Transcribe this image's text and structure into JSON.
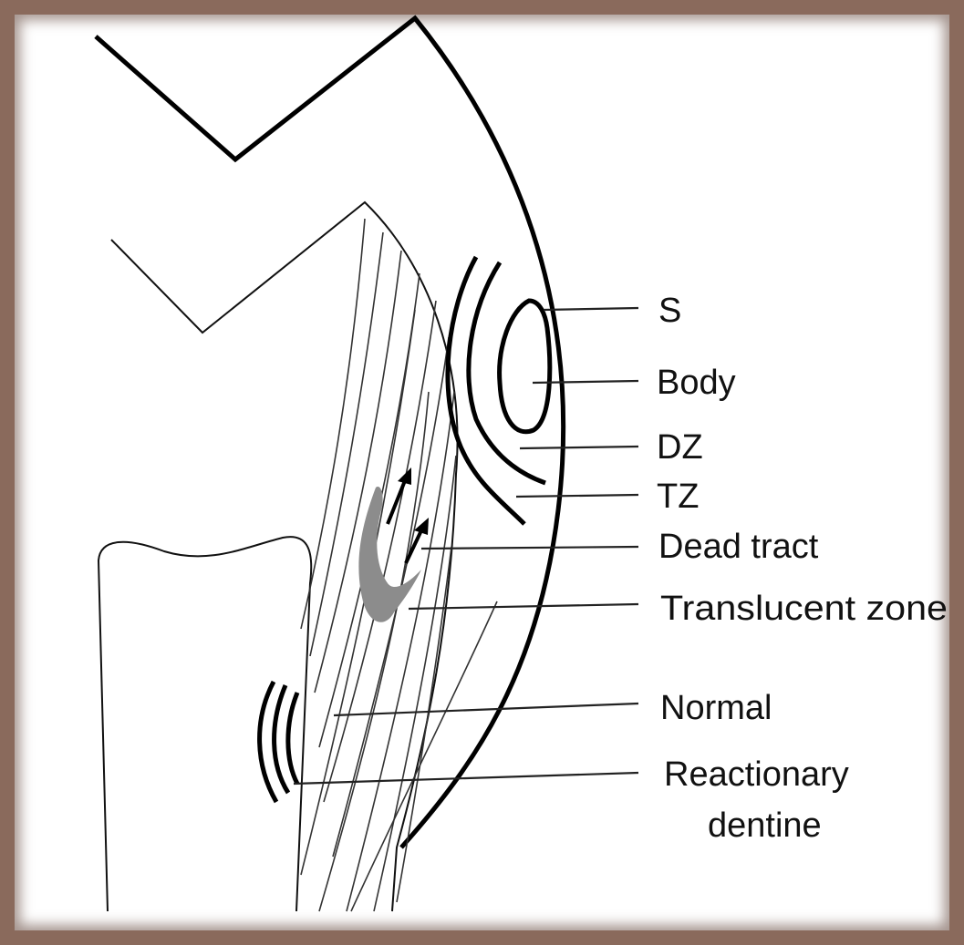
{
  "diagram": {
    "labels": {
      "s": "S",
      "body": "Body",
      "dz": "DZ",
      "tz": "TZ",
      "dead_tract": "Dead tract",
      "translucent_zone": "Translucent zone",
      "normal": "Normal",
      "reactionary_line1": "Reactionary",
      "reactionary_line2": "dentine"
    },
    "colors": {
      "frame": "#8a6a5c",
      "background": "#ffffff",
      "ink": "#000000",
      "dead_tract_fill": "#8c8c8c"
    }
  }
}
